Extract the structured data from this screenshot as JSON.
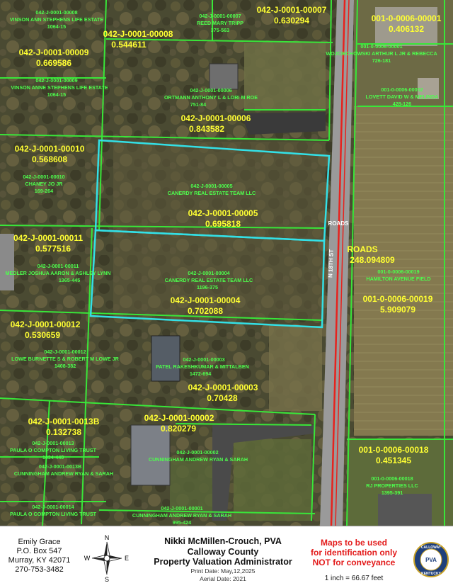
{
  "map": {
    "parcels": [
      {
        "id": "042-J-0001-00008",
        "acres": "0.544611"
      },
      {
        "id": "042-J-0001-00007",
        "acres": "0.630294"
      },
      {
        "id": "001-0-0006-00001",
        "acres": "0.406132"
      },
      {
        "id": "042-J-0001-00009",
        "acres": "0.669586"
      },
      {
        "id": "042-J-0001-00006",
        "acres": "0.843582"
      },
      {
        "id": "042-J-0001-00010",
        "acres": "0.568608"
      },
      {
        "id": "042-J-0001-00005",
        "acres": "0.695818"
      },
      {
        "id": "042-J-0001-00011",
        "acres": "0.577516"
      },
      {
        "id": "042-J-0001-00004",
        "acres": "0.702088"
      },
      {
        "id": "001-0-0006-00019",
        "acres": "5.909079"
      },
      {
        "id": "042-J-0001-00012",
        "acres": "0.530659"
      },
      {
        "id": "042-J-0001-00003",
        "acres": "0.70428"
      },
      {
        "id": "042-J-0001-0013B",
        "acres": "0.132738"
      },
      {
        "id": "042-J-0001-00002",
        "acres": "0.820279"
      },
      {
        "id": "001-0-0006-00018",
        "acres": "0.451345"
      }
    ],
    "roads_parcel": {
      "name": "ROADS",
      "acres": "248.094809"
    },
    "owners": [
      {
        "id": "042-J-0001-00008",
        "name": "VINSON ANN STEPHENS LIFE ESTATE",
        "book": "1064-15"
      },
      {
        "id": "042-J-0001-00007",
        "name": "REED MARY TRIPP",
        "book": "375-563"
      },
      {
        "id": "001-0-0006-00001",
        "name": "WOJCIECHOWSKI ARTHUR L JR & REBECCA",
        "book": "726-181"
      },
      {
        "id": "042-J-0001-00009",
        "name": "VINSON ANNE STEPHENS LIFE ESTATE",
        "book": "1064-15"
      },
      {
        "id": "042-J-0001-00006",
        "name": "ORTMANN ANTHONY L & LORI M ROE",
        "book": "751-84"
      },
      {
        "id": "001-0-0006-00002",
        "name": "LOVETT DAVID W & MELINDA",
        "book": "428-126"
      },
      {
        "id": "042-J-0001-00010",
        "name": "CHANEY JO JR",
        "book": "169-264"
      },
      {
        "id": "042-J-0001-00005",
        "name": "CANERDY REAL ESTATE TEAM LLC",
        "book": ""
      },
      {
        "id": "042-J-0001-00011",
        "name": "MEDLER JOSHUA AARON & ASHLEY LYNN",
        "book": "1365-445"
      },
      {
        "id": "042-J-0001-00004",
        "name": "CANERDY REAL ESTATE TEAM LLC",
        "book": "1196-375"
      },
      {
        "id": "001-0-0006-00019",
        "name": "HAMILTON AVENUE FIELD",
        "book": ""
      },
      {
        "id": "042-J-0001-00012",
        "name": "LOWE BURNETTE S & ROBERT M LOWE JR",
        "book": "1408-382"
      },
      {
        "id": "042-J-0001-00003",
        "name": "PATEL RAKESHKUMAR & MITTALBEN",
        "book": "1472-694"
      },
      {
        "id": "042-J-0001-00013",
        "name": "PAULA O COMPTON LIVING TRUST",
        "book": "1434-440"
      },
      {
        "id": "042-J-0001-0013B",
        "name": "CUNNINGHAM ANDREW RYAN & SARAH",
        "book": ""
      },
      {
        "id": "042-J-0001-00002",
        "name": "CUNNINGHAM ANDREW RYAN & SARAH",
        "book": ""
      },
      {
        "id": "001-0-0006-00018",
        "name": "RJ PROPERTIES LLC",
        "book": "1395-391"
      },
      {
        "id": "042-J-0001-00014",
        "name": "PAULA O COMPTON LIVING TRUST",
        "book": ""
      },
      {
        "id": "042-J-0001-00001",
        "name": "CUNNINGHAM ANDREW RYAN & SARAH",
        "book": "995-424"
      }
    ],
    "road_labels": [
      "ROADS",
      "N 18TH ST"
    ],
    "colors": {
      "parcel_line": "#39e639",
      "highlight": "#33e0e6",
      "road_line": "#e6231e",
      "id_text": "#ffff33",
      "owner_text": "#4dff4d"
    }
  },
  "footer": {
    "contact": {
      "name": "Emily Grace",
      "po_box": "P.O. Box 547",
      "city": "Murray, KY 42071",
      "phone": "270-753-3482"
    },
    "compass": {
      "n": "N",
      "s": "S",
      "e": "E",
      "w": "W"
    },
    "office": {
      "administrator": "Nikki McMillen-Crouch, PVA",
      "county": "Calloway County",
      "title": "Property Valuation Administrator",
      "print_date": "Print Date: May,12,2025",
      "aerial_date": "Aerial Date: 2021"
    },
    "warning": {
      "line1": "Maps to be used",
      "line2": "for identification only",
      "line3": "NOT for conveyance"
    },
    "scale": "1 inch = 66.67 feet",
    "seal": {
      "top": "CALLOWAY",
      "bottom": "KENTUCKY",
      "center": "PVA"
    }
  }
}
